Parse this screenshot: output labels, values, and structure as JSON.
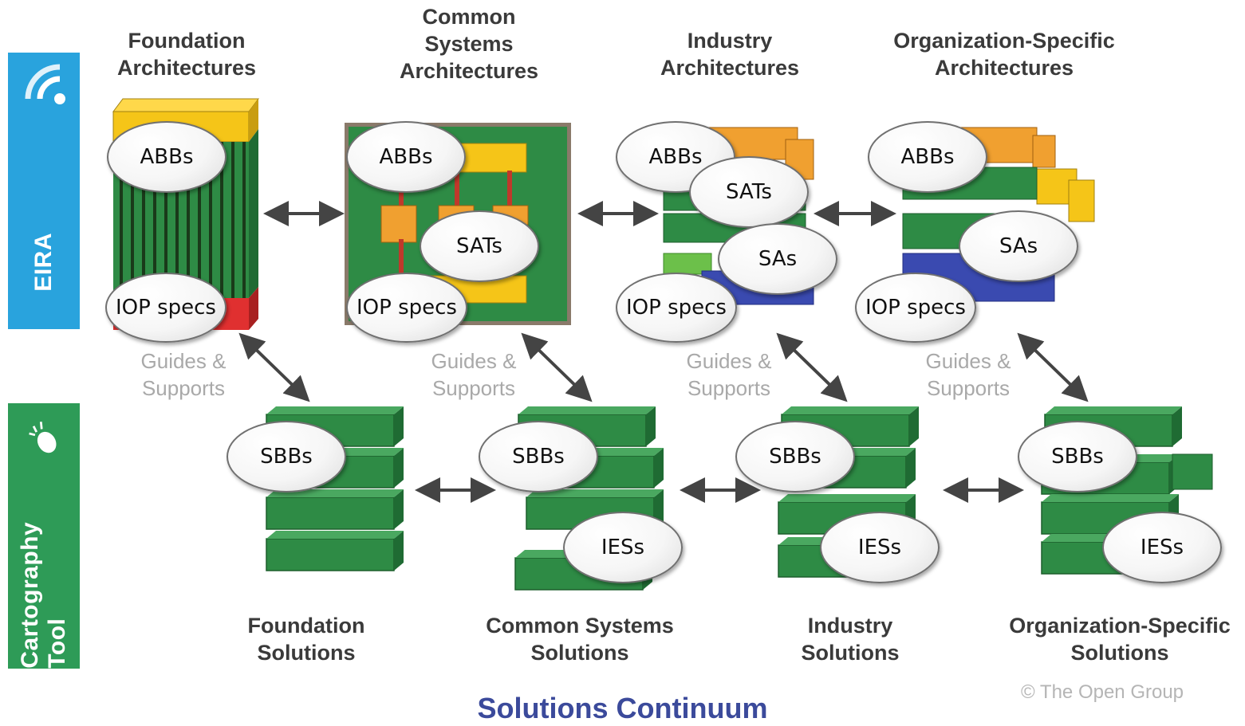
{
  "sidebar": {
    "eira": "EIRA",
    "cartography": "Cartography Tool"
  },
  "headings": {
    "foundation_arch": "Foundation\nArchitectures",
    "common_arch": "Common\nSystems\nArchitectures",
    "industry_arch": "Industry\nArchitectures",
    "org_arch": "Organization-Specific\nArchitectures",
    "foundation_sol": "Foundation\nSolutions",
    "common_sol": "Common Systems\nSolutions",
    "industry_sol": "Industry\nSolutions",
    "org_sol": "Organization-Specific\nSolutions"
  },
  "guides": [
    "Guides &\nSupports",
    "Guides &\nSupports",
    "Guides &\nSupports",
    "Guides &\nSupports"
  ],
  "bubbles": {
    "abbs": "ABBs",
    "sats": "SATs",
    "sas": "SAs",
    "iop_specs": "IOP specs",
    "sbbs": "SBBs",
    "iess": "IESs"
  },
  "title": "Solutions Continuum",
  "copyright": "© The Open Group",
  "colors": {
    "eira_blue": "#29a3dd",
    "carto_green": "#2e9b57",
    "block_green": "#2e8b45",
    "block_yellow": "#f5c518",
    "block_orange": "#f0a030",
    "block_blue": "#3a4ab0",
    "block_red": "#e03030",
    "title_blue": "#3b4a9b"
  }
}
